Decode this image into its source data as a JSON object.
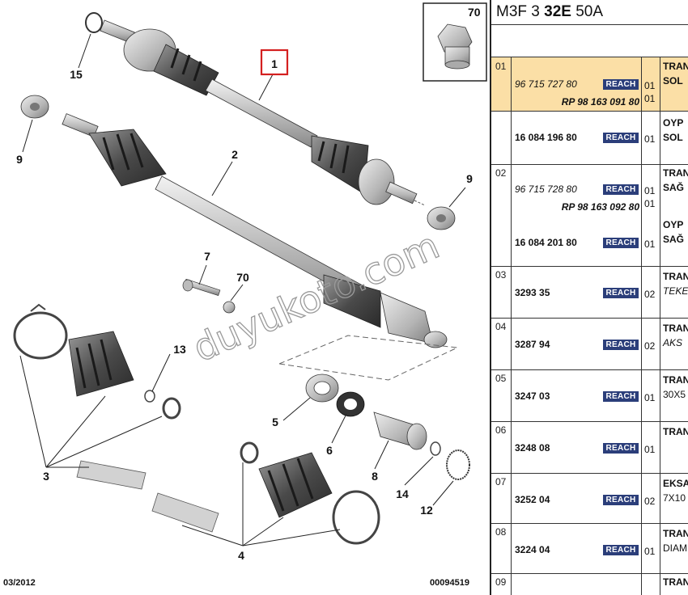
{
  "diagram": {
    "callouts": [
      "1",
      "2",
      "3",
      "4",
      "5",
      "6",
      "7",
      "8",
      "9",
      "9",
      "12",
      "13",
      "14",
      "15",
      "70"
    ],
    "inset_label": "70",
    "watermark": "duyukoto.com",
    "footer_date": "03/2012",
    "footer_ref": "00094519"
  },
  "panel": {
    "header": {
      "prefix": "M3F 3 ",
      "bold": "32E",
      "suffix": " 50A"
    },
    "rows": [
      {
        "idx": "01",
        "highlight": true,
        "parts": [
          {
            "pn": "96 715 727 80",
            "italic": true,
            "reach": "REACH",
            "qty": "01"
          },
          {
            "pn": "RP 98 163 091 80",
            "italic": true,
            "bold": true,
            "qty": "01"
          }
        ],
        "desc": [
          {
            "t": "TRAN",
            "bold": true
          },
          {
            "t": "SOL",
            "bold": true
          }
        ]
      },
      {
        "idx": "",
        "highlight": false,
        "parts": [
          {
            "pn": "16 084 196 80",
            "bold": true,
            "reach": "REACH",
            "qty": "01"
          }
        ],
        "desc": [
          {
            "t": "OYP",
            "bold": true
          },
          {
            "t": "SOL",
            "bold": true
          }
        ]
      },
      {
        "idx": "02",
        "highlight": false,
        "parts": [
          {
            "pn": "96 715 728 80",
            "italic": true,
            "reach": "REACH",
            "qty": "01"
          },
          {
            "pn": "RP 98 163 092 80",
            "italic": true,
            "bold": true,
            "qty": "01"
          },
          {
            "pn": "16 084 201 80",
            "bold": true,
            "reach": "REACH",
            "qty": "01"
          }
        ],
        "desc": [
          {
            "t": "TRAN",
            "bold": true
          },
          {
            "t": "SAĞ",
            "bold": true
          },
          {
            "t": "OYP",
            "bold": true
          },
          {
            "t": "SAĞ",
            "bold": true
          }
        ]
      },
      {
        "idx": "03",
        "parts": [
          {
            "pn": "3293 35",
            "bold": true,
            "reach": "REACH",
            "qty": "02"
          }
        ],
        "desc": [
          {
            "t": "TRAN",
            "bold": true
          },
          {
            "t": "TEKE",
            "italic": true
          }
        ]
      },
      {
        "idx": "04",
        "parts": [
          {
            "pn": "3287 94",
            "bold": true,
            "reach": "REACH",
            "qty": "02"
          }
        ],
        "desc": [
          {
            "t": "TRAN",
            "bold": true
          },
          {
            "t": "AKS",
            "italic": true
          }
        ]
      },
      {
        "idx": "05",
        "parts": [
          {
            "pn": "3247 03",
            "bold": true,
            "reach": "REACH",
            "qty": "01"
          }
        ],
        "desc": [
          {
            "t": "TRAN",
            "bold": true
          },
          {
            "t": "30X5"
          }
        ]
      },
      {
        "idx": "06",
        "parts": [
          {
            "pn": "3248 08",
            "bold": true,
            "reach": "REACH",
            "qty": "01"
          }
        ],
        "desc": [
          {
            "t": "TRAN",
            "bold": true
          }
        ]
      },
      {
        "idx": "07",
        "parts": [
          {
            "pn": "3252 04",
            "bold": true,
            "reach": "REACH",
            "qty": "02"
          }
        ],
        "desc": [
          {
            "t": "EKSA",
            "bold": true
          },
          {
            "t": "7X10"
          }
        ]
      },
      {
        "idx": "08",
        "parts": [
          {
            "pn": "3224 04",
            "bold": true,
            "reach": "REACH",
            "qty": "01"
          }
        ],
        "desc": [
          {
            "t": "TRAN",
            "bold": true
          },
          {
            "t": "DIAM"
          }
        ]
      },
      {
        "idx": "09",
        "parts": [],
        "desc": [
          {
            "t": "TRAN",
            "bold": true
          }
        ]
      }
    ]
  }
}
